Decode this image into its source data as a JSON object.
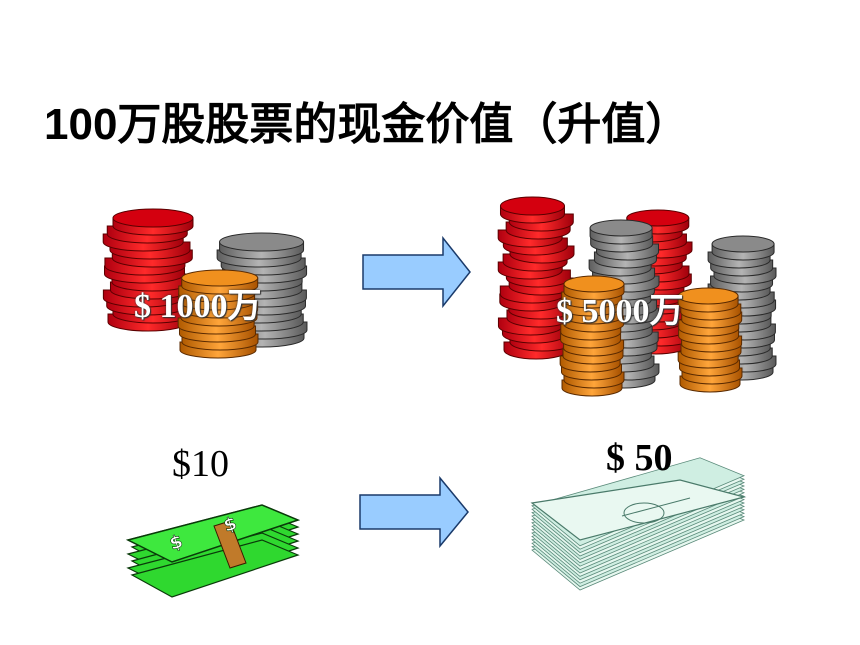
{
  "slide": {
    "title": "100万股股票的现金价值（升值）",
    "before": {
      "total_value": "$ 1000万",
      "share_price": "$10"
    },
    "after": {
      "total_value": "$ 5000万",
      "share_price": "$ 50"
    }
  },
  "icons": {
    "coins_small": "coin-stacks-icon",
    "coins_large": "coin-stacks-large-icon",
    "arrow": "right-arrow-icon",
    "cash_bundle": "green-banknote-bundle-icon",
    "cash_stack": "banknote-stack-icon"
  },
  "colors": {
    "coin_red": "#e30613",
    "coin_gray": "#8c8c8c",
    "coin_orange": "#f08a1c",
    "arrow_fill": "#99ccff",
    "cash_green": "#33dd33",
    "cash_stack": "#d6f0e6"
  }
}
